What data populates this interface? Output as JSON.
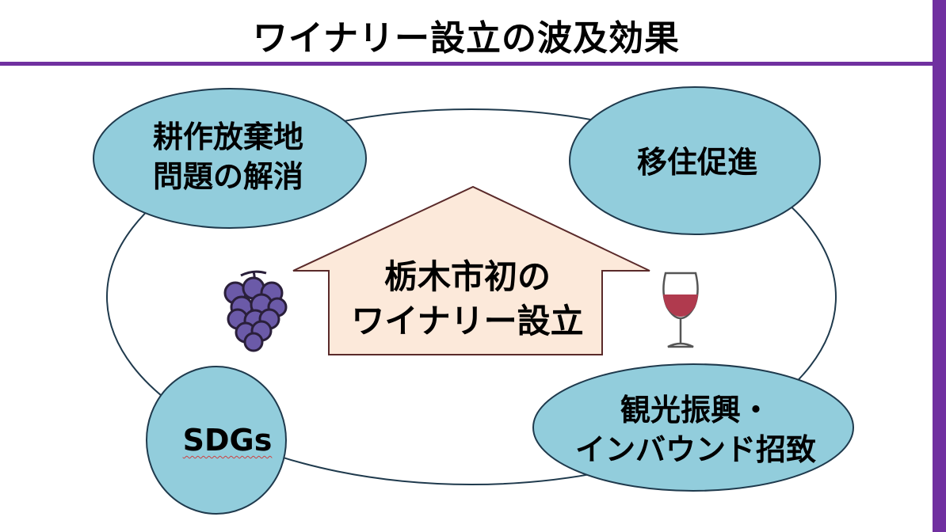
{
  "title": "ワイナリー設立の波及効果",
  "center": {
    "line1": "栃木市初の",
    "line2": "ワイナリー設立"
  },
  "effects": [
    {
      "line1": "耕作放棄地",
      "line2": "問題の解消"
    },
    {
      "line1": "移住促進"
    },
    {
      "line1": "SDGs"
    },
    {
      "line1": "観光振興・",
      "line2": "インバウンド招致"
    }
  ],
  "icons": [
    "grapes-icon",
    "wine-glass-icon"
  ],
  "colors": {
    "accent": "#7030a0",
    "bubble": "#92cddc",
    "house": "#fce9da",
    "grape": "#6b5aa8",
    "wine": "#b03a4e"
  }
}
